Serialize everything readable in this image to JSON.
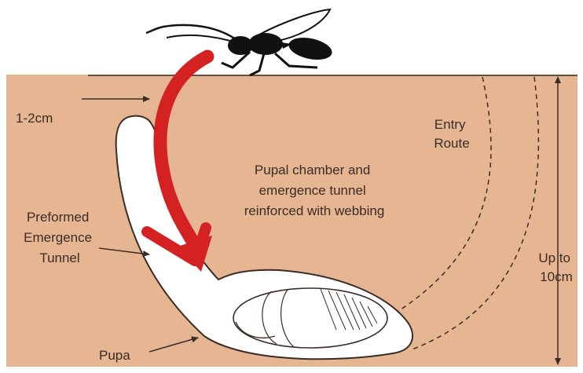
{
  "colors": {
    "soil": "#e6b592",
    "tunnel_fill": "#ffffff",
    "outline": "#3a2c26",
    "arrow_red": "#d42222",
    "insect": "#111111",
    "sky": "#ffffff"
  },
  "labels": {
    "depth_small": "1-2cm",
    "entry_route": [
      "Entry",
      "Route"
    ],
    "chamber_note": [
      "Pupal chamber and",
      "emergence tunnel",
      "reinforced with webbing"
    ],
    "preformed_tunnel": [
      "Preformed",
      "Emergence",
      "Tunnel"
    ],
    "depth_max": [
      "Up to",
      "10cm"
    ],
    "pupa": "Pupa"
  },
  "icons": {
    "wasp": "wasp-icon",
    "emergence_arrow": "curved-red-arrow-icon"
  }
}
